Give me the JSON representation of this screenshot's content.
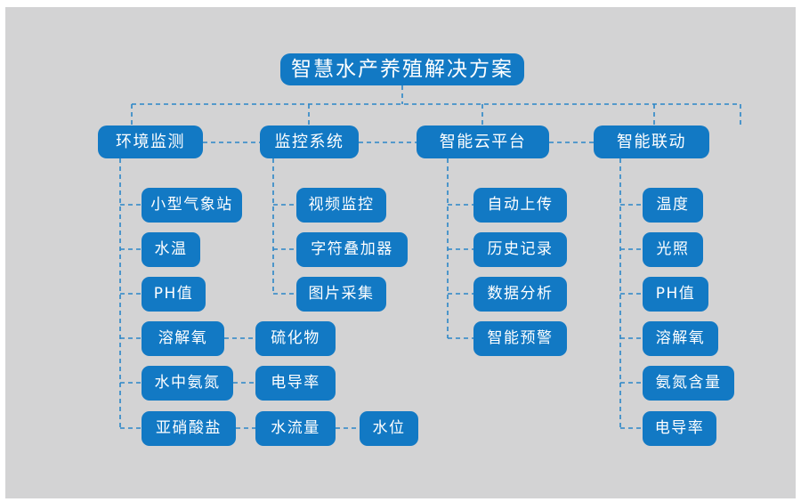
{
  "diagram": {
    "title": "智慧水产养殖解决方案",
    "background_color": "#d3d3d4",
    "node_color": "#1279c4",
    "node_text_color": "#ffffff",
    "connector_color": "#2b86c8",
    "categories": [
      {
        "label": "环境监测",
        "children": [
          "小型气象站",
          "水温",
          "PH值",
          "溶解氧",
          "水中氨氮",
          "亚硝酸盐"
        ],
        "extensions": [
          "硫化物",
          "电导率",
          "水流量"
        ],
        "sub_extensions": [
          "水位"
        ]
      },
      {
        "label": "监控系统",
        "children": [
          "视频监控",
          "字符叠加器",
          "图片采集"
        ]
      },
      {
        "label": "智能云平台",
        "children": [
          "自动上传",
          "历史记录",
          "数据分析",
          "智能预警"
        ]
      },
      {
        "label": "智能联动",
        "children": [
          "温度",
          "光照",
          "PH值",
          "溶解氧",
          "氨氮含量",
          "电导率"
        ]
      }
    ],
    "nodes": {
      "title": "智慧水产养殖解决方案",
      "cat1": "环境监测",
      "cat2": "监控系统",
      "cat3": "智能云平台",
      "cat4": "智能联动",
      "c1_1": "小型气象站",
      "c1_2": "水温",
      "c1_3": "PH值",
      "c1_4": "溶解氧",
      "c1_5": "水中氨氮",
      "c1_6": "亚硝酸盐",
      "c2_1": "视频监控",
      "c2_2": "字符叠加器",
      "c2_3": "图片采集",
      "x2_1": "硫化物",
      "x2_2": "电导率",
      "x2_3": "水流量",
      "x3_1": "水位",
      "c3_1": "自动上传",
      "c3_2": "历史记录",
      "c3_3": "数据分析",
      "c3_4": "智能预警",
      "c4_1": "温度",
      "c4_2": "光照",
      "c4_3": "PH值",
      "c4_4": "溶解氧",
      "c4_5": "氨氮含量",
      "c4_6": "电导率"
    }
  }
}
